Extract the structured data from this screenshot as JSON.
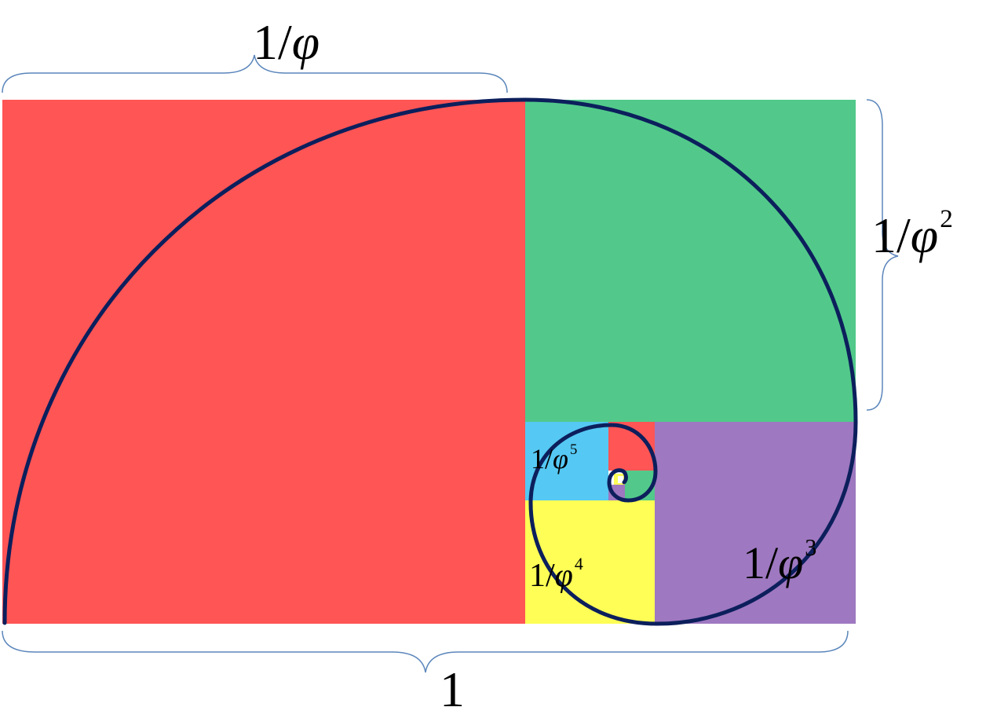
{
  "colors": {
    "red": "#ff5555",
    "green": "#52c98a",
    "purple": "#9e78c0",
    "yellow": "#fefe56",
    "blue": "#55c8f3",
    "spiral": "#0c1f5c",
    "brace": "#5b86bb"
  },
  "labels": {
    "top": {
      "prefix": "1/",
      "phi": "φ",
      "exp": ""
    },
    "right": {
      "prefix": "1/",
      "phi": "φ",
      "exp": "2"
    },
    "purple": {
      "prefix": "1/",
      "phi": "φ",
      "exp": "3"
    },
    "yellow": {
      "prefix": "1/",
      "phi": "φ",
      "exp": "4"
    },
    "blue": {
      "prefix": "1/",
      "phi": "φ",
      "exp": "5"
    },
    "bottom": {
      "text": "1"
    }
  }
}
